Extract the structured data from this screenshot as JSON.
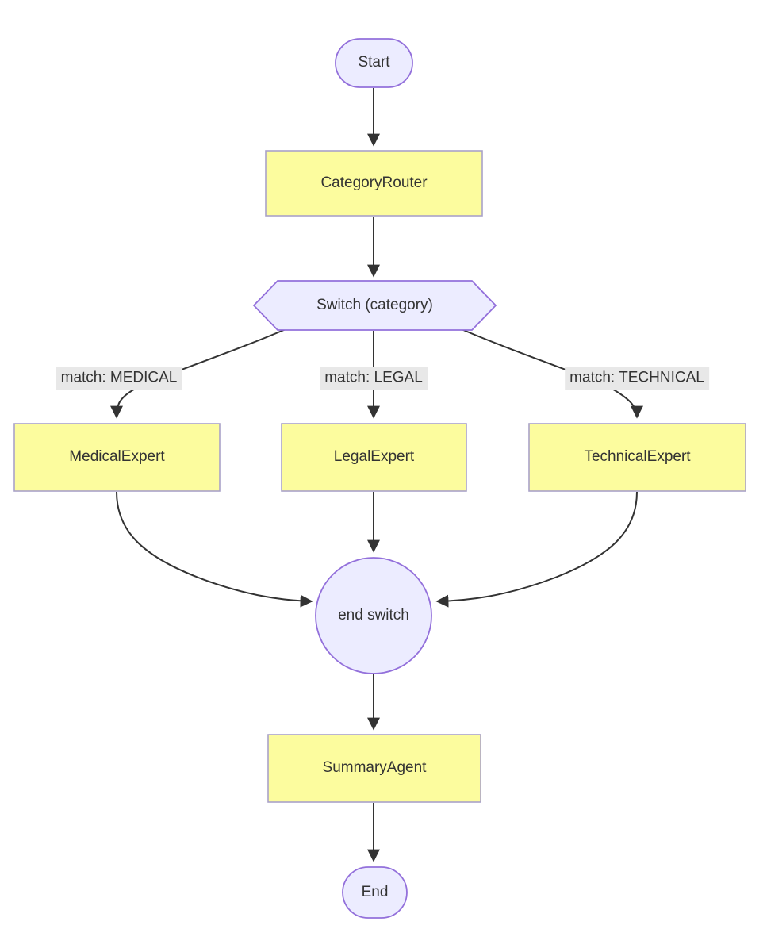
{
  "diagram": {
    "type": "flowchart",
    "direction": "top-down",
    "nodes": [
      {
        "id": "start",
        "label": "Start",
        "shape": "stadium"
      },
      {
        "id": "category_router",
        "label": "CategoryRouter",
        "shape": "rectangle"
      },
      {
        "id": "switch",
        "label": "Switch (category)",
        "shape": "hexagon"
      },
      {
        "id": "medical_expert",
        "label": "MedicalExpert",
        "shape": "rectangle"
      },
      {
        "id": "legal_expert",
        "label": "LegalExpert",
        "shape": "rectangle"
      },
      {
        "id": "technical_expert",
        "label": "TechnicalExpert",
        "shape": "rectangle"
      },
      {
        "id": "end_switch",
        "label": "end switch",
        "shape": "circle"
      },
      {
        "id": "summary_agent",
        "label": "SummaryAgent",
        "shape": "rectangle"
      },
      {
        "id": "end",
        "label": "End",
        "shape": "stadium"
      }
    ],
    "edges": [
      {
        "from": "start",
        "to": "category_router",
        "label": ""
      },
      {
        "from": "category_router",
        "to": "switch",
        "label": ""
      },
      {
        "from": "switch",
        "to": "medical_expert",
        "label": "match: MEDICAL"
      },
      {
        "from": "switch",
        "to": "legal_expert",
        "label": "match: LEGAL"
      },
      {
        "from": "switch",
        "to": "technical_expert",
        "label": "match: TECHNICAL"
      },
      {
        "from": "medical_expert",
        "to": "end_switch",
        "label": ""
      },
      {
        "from": "legal_expert",
        "to": "end_switch",
        "label": ""
      },
      {
        "from": "technical_expert",
        "to": "end_switch",
        "label": ""
      },
      {
        "from": "end_switch",
        "to": "summary_agent",
        "label": ""
      },
      {
        "from": "summary_agent",
        "to": "end",
        "label": ""
      }
    ],
    "colors": {
      "background": "#FFFFFF",
      "purple_node_fill": "#ECECFF",
      "purple_node_stroke": "#9370DB",
      "yellow_node_fill": "#FCFC9E",
      "yellow_node_stroke": "#A9A2C8",
      "edge_stroke": "#333333",
      "edge_label_background": "#E8E8E8",
      "text_color": "#333333"
    }
  }
}
